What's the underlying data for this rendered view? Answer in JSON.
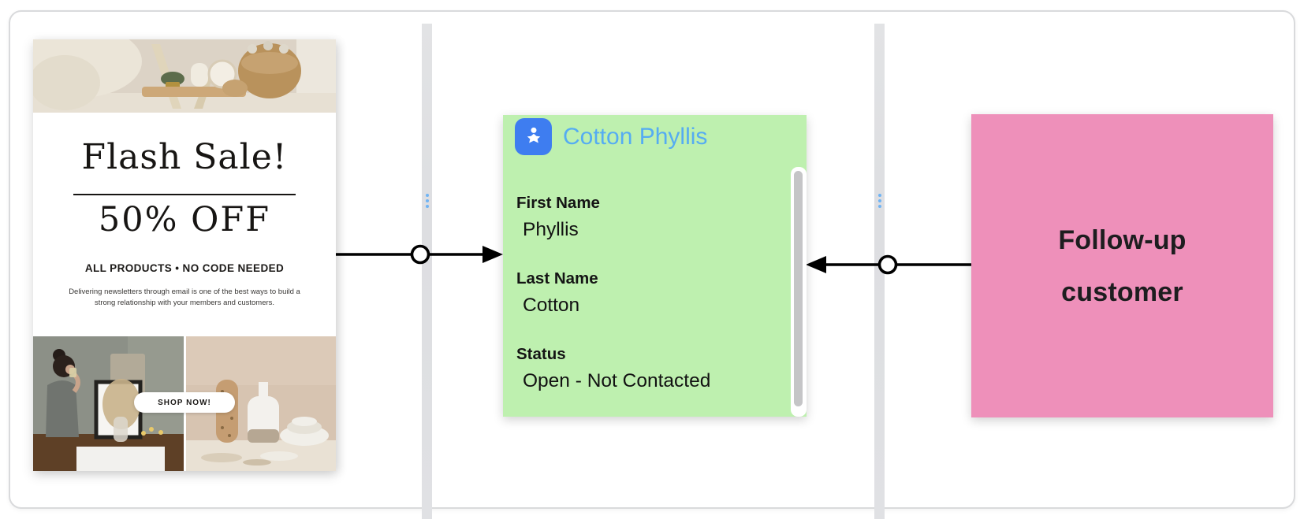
{
  "canvas": {
    "type": "workflow-canvas",
    "panels": 3
  },
  "flyer": {
    "headline": "Flash Sale!",
    "subheadline": "50% OFF",
    "tagline": "ALL PRODUCTS • NO CODE NEEDED",
    "body_text": "Delivering newsletters through email is one of the best ways to build a strong relationship with your members and customers.",
    "cta_label": "SHOP NOW!"
  },
  "contact_card": {
    "title": "Cotton Phyllis",
    "icon": "contact-person-icon",
    "colors": {
      "background": "#BEF0AF",
      "title": "#55ACF2",
      "icon_background": "#3E7DF0"
    },
    "fields": [
      {
        "label": "First Name",
        "value": "Phyllis"
      },
      {
        "label": "Last Name",
        "value": "Cotton"
      },
      {
        "label": "Status",
        "value": "Open - Not Contacted"
      }
    ],
    "has_scrollbar": true
  },
  "note_card": {
    "text": "Follow-up customer",
    "colors": {
      "background": "#EE90BA",
      "text": "#1D1D1F"
    }
  },
  "connectors": [
    {
      "from": "flyer-panel",
      "to": "contact-card",
      "arrow_direction": "right",
      "handle": "open-circle"
    },
    {
      "from": "note-card",
      "to": "contact-card",
      "arrow_direction": "left",
      "handle": "open-circle"
    }
  ],
  "divider_handles": {
    "icon": "drag-dots-icon",
    "dot_color": "#70B4F4"
  }
}
